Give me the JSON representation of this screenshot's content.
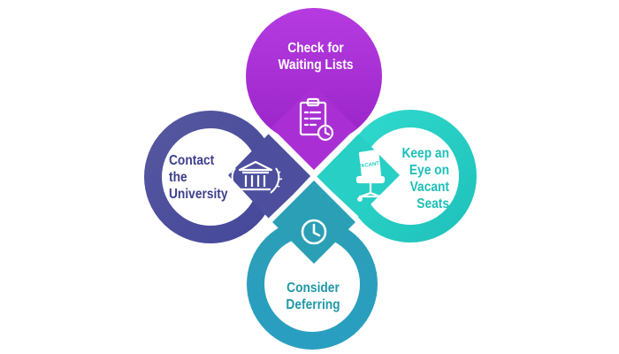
{
  "nodes": {
    "top": {
      "lines": [
        "Check for",
        "Waiting Lists"
      ],
      "icon": "clipboard-clock-icon",
      "color": "#a92fd4"
    },
    "left": {
      "lines": [
        "Contact",
        "the",
        "University"
      ],
      "icon": "university-building-icon",
      "color": "#4d4f9e"
    },
    "right": {
      "lines": [
        "Keep an",
        "Eye on",
        "Vacant",
        "Seats"
      ],
      "icon": "vacant-chair-icon",
      "icon_text": "VACANT",
      "color": "#27cfc4"
    },
    "bottom": {
      "lines": [
        "Consider",
        "Deferring"
      ],
      "icon": "clock-icon",
      "color": "#2a9fb6"
    }
  },
  "colors": {
    "text_left": "#3d3f8d",
    "text_right": "#1dbfb8",
    "text_bottom": "#2198a8",
    "center_gap": "#ffffff"
  }
}
